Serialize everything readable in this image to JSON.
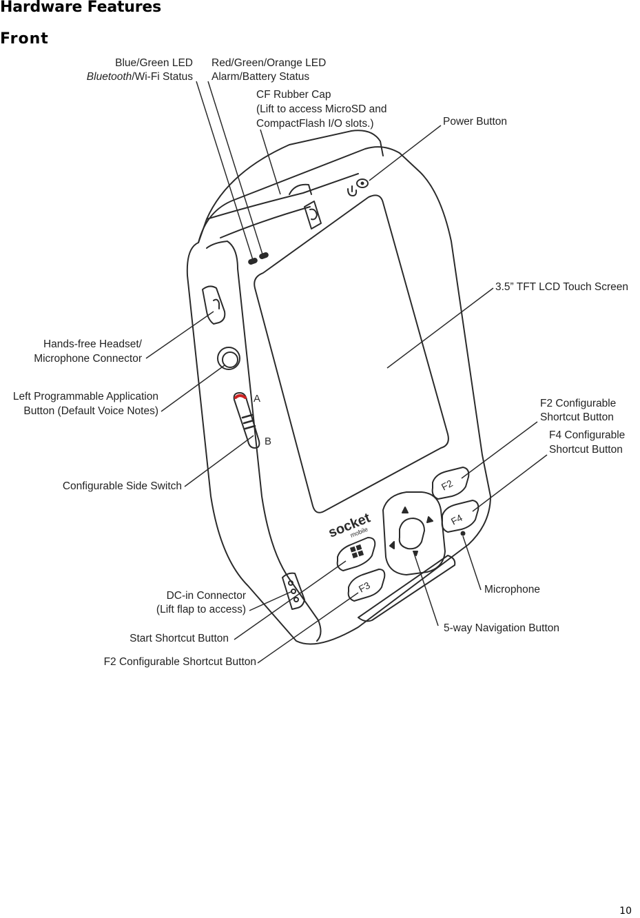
{
  "header": {
    "title": "Hardware Features",
    "subtitle": "Front"
  },
  "page_number": "10",
  "callouts": {
    "blue_green_led": {
      "line1": "Blue/Green LED",
      "line2_italic": "Bluetooth",
      "line2_rest": "/Wi-Fi Status"
    },
    "red_green_orange_led": {
      "line1": "Red/Green/Orange LED",
      "line2": "Alarm/Battery Status"
    },
    "cf_rubber_cap": {
      "line1": "CF Rubber Cap",
      "line2": "(Lift to access MicroSD and",
      "line3": "CompactFlash I/O slots.)"
    },
    "power_button": {
      "line1": "Power Button"
    },
    "lcd_screen": {
      "line1": "3.5” TFT LCD Touch Screen"
    },
    "headset_connector": {
      "line1": "Hands-free Headset/",
      "line2": "Microphone Connector"
    },
    "left_app_button": {
      "line1": "Left Programmable Application",
      "line2": "Button (Default Voice Notes)"
    },
    "f2_shortcut_right": {
      "line1": "F2 Configurable",
      "line2": "Shortcut Button"
    },
    "f4_shortcut": {
      "line1": "F4 Configurable",
      "line2": "Shortcut Button"
    },
    "side_switch": {
      "line1": "Configurable Side Switch"
    },
    "dc_in": {
      "line1": "DC-in Connector",
      "line2": "(Lift flap to access)"
    },
    "microphone": {
      "line1": "Microphone"
    },
    "start_shortcut": {
      "line1": "Start Shortcut Button"
    },
    "nav_button": {
      "line1": "5-way Navigation Button"
    },
    "f2_shortcut_bottom": {
      "line1": "F2 Configurable Shortcut Button"
    }
  },
  "device_marks": {
    "brand": "socket",
    "brand_sub": "mobile",
    "switch_a": "A",
    "switch_b": "B",
    "key_f2": "F2",
    "key_f3": "F3",
    "key_f4": "F4"
  },
  "colors": {
    "outline": "#2a2a2a",
    "switch_accent": "#cc2222"
  }
}
